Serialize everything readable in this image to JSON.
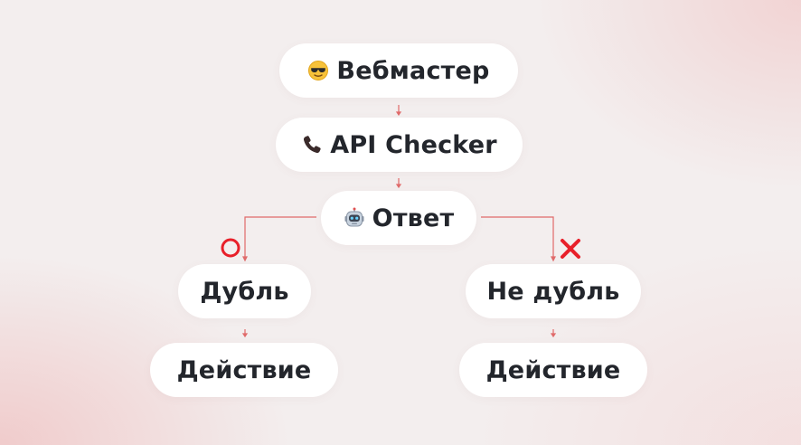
{
  "nodes": {
    "webmaster": {
      "label": "Вебмастер",
      "icon": "sunglasses-smiley-icon"
    },
    "api_checker": {
      "label": "API Checker",
      "icon": "telephone-receiver-icon"
    },
    "response": {
      "label": "Ответ",
      "icon": "robot-icon"
    },
    "duplicate": {
      "label": "Дубль"
    },
    "not_duplicate": {
      "label": "Не дубль"
    },
    "action_left": {
      "label": "Действие"
    },
    "action_right": {
      "label": "Действие"
    }
  },
  "branch_marks": {
    "yes": "circle-mark-icon",
    "no": "cross-mark-icon"
  },
  "colors": {
    "accent_red": "#e8202a",
    "connector": "#e06a6a",
    "node_bg": "#ffffff",
    "text": "#23262c"
  }
}
